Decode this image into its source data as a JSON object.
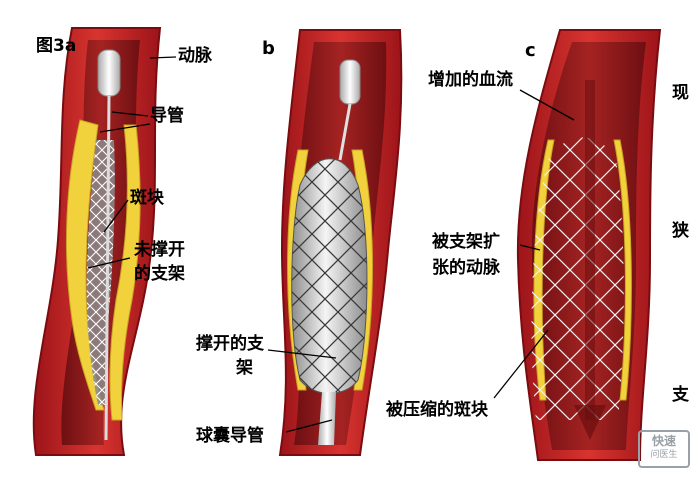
{
  "figure_label": "图3a",
  "panels": {
    "b": {
      "letter": "b"
    },
    "c": {
      "letter": "c"
    }
  },
  "labels": {
    "artery": "动脉",
    "catheter": "导管",
    "plaque": "斑块",
    "unexpanded_stent_line1": "未撑开",
    "unexpanded_stent_line2": "的支架",
    "expanded_stent_line1": "撑开的支",
    "expanded_stent_line2": "架",
    "balloon_catheter": "球囊导管",
    "increased_blood_flow": "增加的血流",
    "expanded_artery_line1": "被支架扩",
    "expanded_artery_line2": "张的动脉",
    "compressed_plaque": "被压缩的斑块"
  },
  "edge_text": {
    "char1": "现",
    "char2": "狭",
    "char3": "支"
  },
  "watermark": {
    "line1": "快速",
    "line2": "问医生"
  },
  "colors": {
    "artery_wall": "#c8242a",
    "artery_dark": "#8e1116",
    "lumen": "#8b1a1a",
    "plaque": "#f2d23c",
    "stent_metal": "#d9d9d9",
    "catheter": "#e8e8e8"
  }
}
